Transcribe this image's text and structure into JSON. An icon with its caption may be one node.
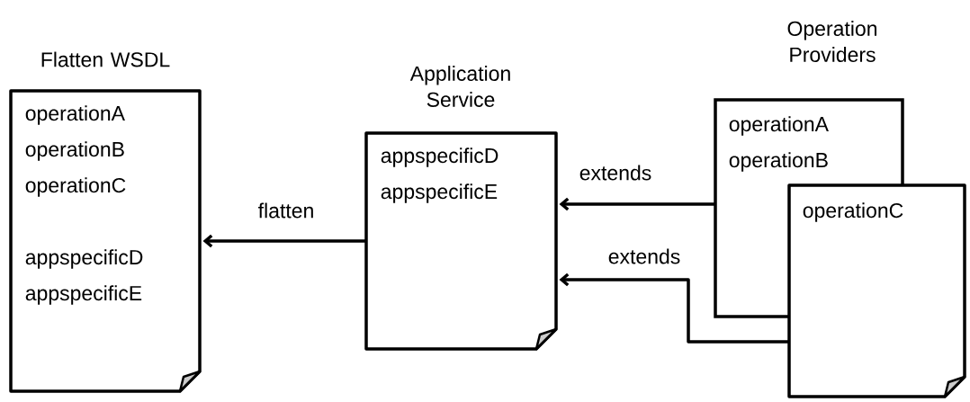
{
  "diagram": {
    "nodes": [
      {
        "text": [
          "Flatten WSDL",
          "operationA",
          "operationB",
          "operationC",
          "appspecificD",
          "appspecificE"
        ]
      },
      {
        "text": [
          "Application Service",
          "appspecificD",
          "appspecificE"
        ]
      },
      {
        "text": [
          "Operation Providers",
          "operationA",
          "operationB"
        ]
      },
      {
        "text": [
          "operationC"
        ]
      }
    ],
    "edges": [
      {
        "from": 1,
        "to": 0,
        "arrow": "to",
        "label": "flatten"
      },
      {
        "from": 2,
        "to": 1,
        "arrow": "to",
        "label": "extends"
      },
      {
        "from": 3,
        "to": 1,
        "arrow": "to",
        "label": "extends"
      }
    ]
  }
}
